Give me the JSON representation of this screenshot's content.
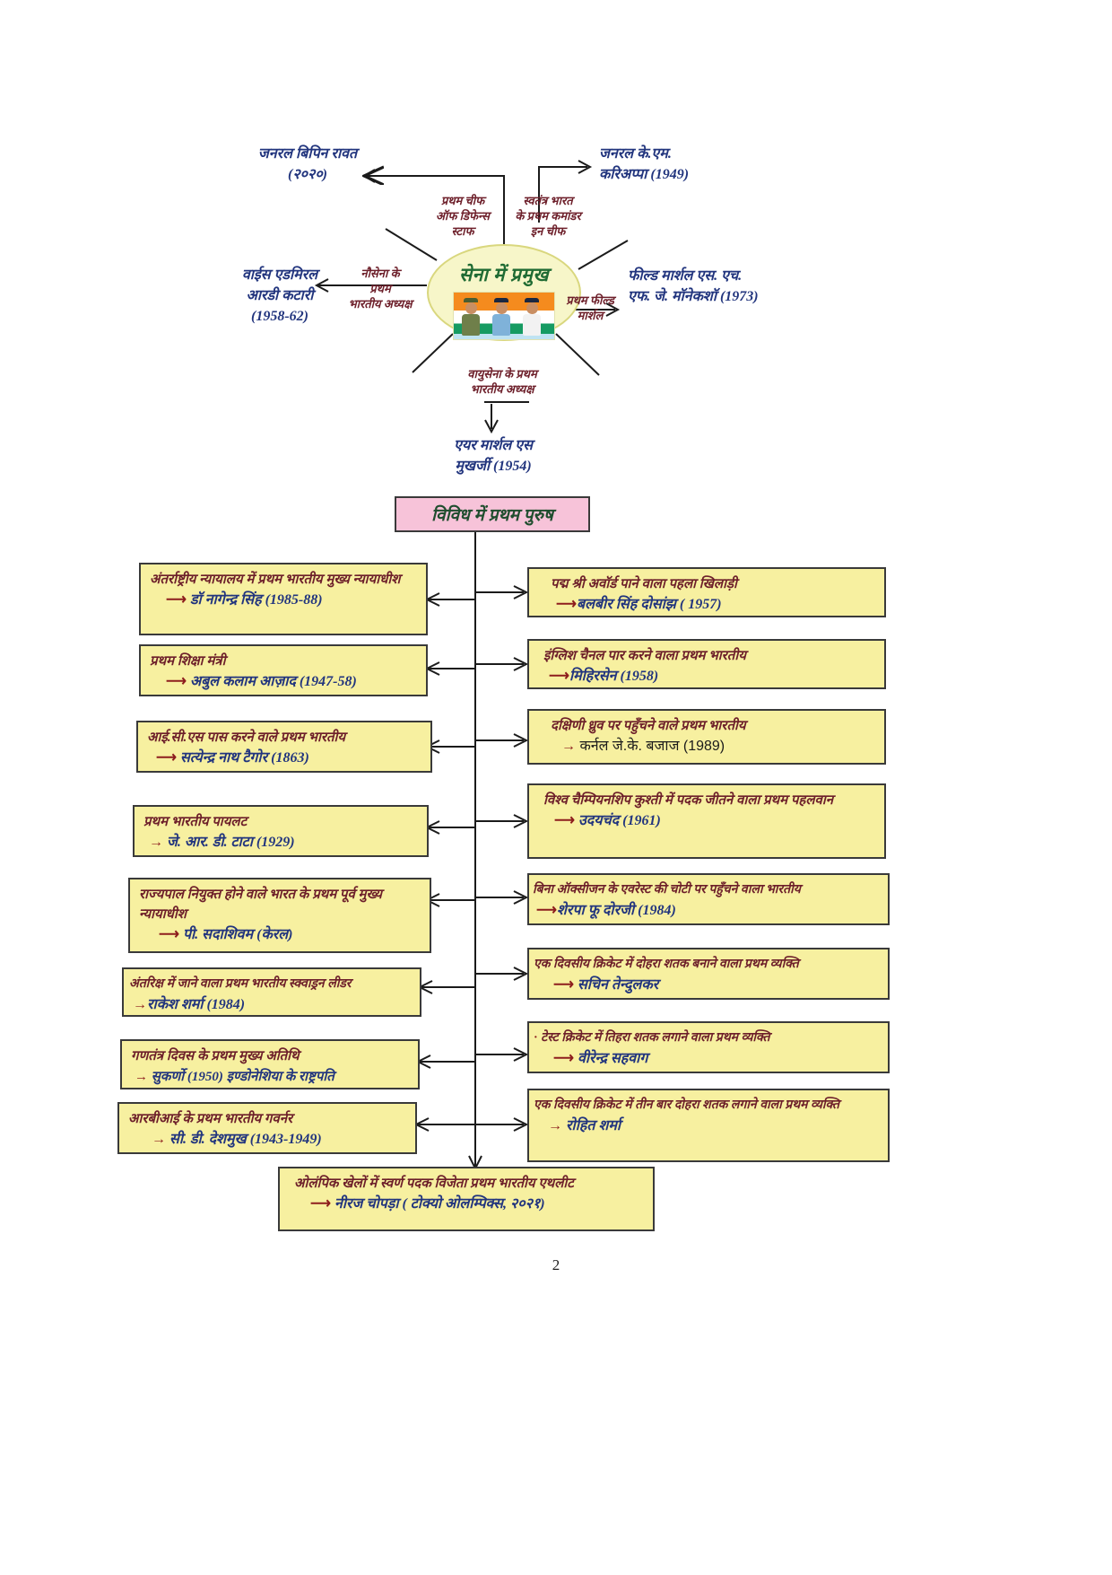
{
  "page": {
    "number": "2"
  },
  "mindmap": {
    "center_title": "सेना में प्रमुख",
    "center_image": "indian-armed-forces-tricolour-illustration",
    "labels": {
      "cds": "प्रथम चीफ\nऑफ डिफेन्स\nस्टाफ",
      "commander_in_chief": "स्वतंत्र भारत\nके प्रथम कमांडर\nइन चीफ",
      "navy_first_indian_chief": "नौसेना के\nप्रथम\nभारतीय अध्यक्ष",
      "first_field_marshal": "प्रथम फील्ड\nमार्शल",
      "airforce_first_indian_chief": "वायुसेना के प्रथम\nभारतीय अध्यक्ष"
    },
    "leaves": {
      "cds_answer": "जनरल बिपिन रावत\n(२०२०)",
      "commander_in_chief_answer": "जनरल के.एम.\nकरिअप्पा (1949)",
      "navy_answer": "वाईस एडमिरल\nआरडी कटारी\n(1958-62)",
      "field_marshal_answer": "फील्ड मार्शल एस. एच.\nएफ. जे. मॉनेकशॉ (1973)",
      "airforce_answer": "एयर मार्शल एस\nमुखर्जी (1954)"
    }
  },
  "section_heading": "विविध में प्रथम पुरुष",
  "left_boxes": [
    {
      "question": "अंतर्राष्ट्रीय न्यायालय में प्रथम भारतीय मुख्य\nन्यायाधीश",
      "answer": "डॉ नागेन्द्र सिंह (1985-88)"
    },
    {
      "question": "प्रथम शिक्षा मंत्री",
      "answer": "अबुल कलाम आज़ाद (1947-58)"
    },
    {
      "question": "आई.सी.एस पास करने वाले प्रथम भारतीय",
      "answer": "सत्येन्द्र नाथ टैगोर (1863)"
    },
    {
      "question": "प्रथम भारतीय पायलट",
      "answer": "जे. आर. डी. टाटा (1929)"
    },
    {
      "question": "राज्यपाल नियुक्त होने वाले भारत के प्रथम\nपूर्व मुख्य न्यायाधीश",
      "answer": "पी. सदाशिवम (केरल)"
    },
    {
      "question": "अंतरिक्ष में जाने वाला प्रथम भारतीय स्क्वाड्रन लीडर",
      "answer": "राकेश शर्मा (1984)"
    },
    {
      "question": "गणतंत्र दिवस के प्रथम मुख्य अतिथि",
      "answer": "सुकर्णो (1950) इण्डोनेशिया के राष्ट्रपति"
    },
    {
      "question": "आरबीआई के प्रथम भारतीय गवर्नर",
      "answer": "सी. डी. देशमुख (1943-1949)"
    }
  ],
  "right_boxes": [
    {
      "question": "पद्म श्री अवॉर्ड पाने वाला पहला खिलाड़ी",
      "answer": "बलबीर सिंह दोसांझ ( 1957)"
    },
    {
      "question": "इंग्लिश चैनल पार करने वाला प्रथम भारतीय",
      "answer": "मिहिरसेन (1958)"
    },
    {
      "question": "दक्षिणी ध्रुव पर पहुँचने वाले प्रथम भारतीय",
      "answer": "कर्नल जे.के. बजाज (1989)",
      "answer_style": "typed"
    },
    {
      "question": "विश्व चैम्पियनशिप कुश्ती में पदक जीतने वाला\nप्रथम पहलवान",
      "answer": "उदयचंद (1961)"
    },
    {
      "question": "बिना ऑक्सीजन के एवरेस्ट की चोटी पर पहुँचने वाला भारतीय",
      "answer": "शेरपा फू दोरजी (1984)"
    },
    {
      "question": "एक दिवसीय क्रिकेट में दोहरा शतक बनाने वाला प्रथम व्यक्ति",
      "answer": "सचिन तेन्दुलकर"
    },
    {
      "question": "टेस्ट क्रिकेट में तिहरा शतक लगाने वाला प्रथम व्यक्ति",
      "answer": "वीरेन्द्र सहवाग"
    },
    {
      "question": "एक दिवसीय क्रिकेट में तीन बार दोहरा शतक\nलगाने वाला प्रथम व्यक्ति",
      "answer": "रोहित शर्मा"
    }
  ],
  "bottom_box": {
    "question": "ओलंपिक खेलों में स्वर्ण पदक विजेता प्रथम भारतीय एथलीट",
    "answer": "नीरज चोपड़ा ( टोक्यो ओलम्पिक्स, २०२१)"
  },
  "colors": {
    "yellow_box": "#f7f0a0",
    "pink_box": "#f7c3d9",
    "center_circle": "#f7f6c9",
    "question_ink": "#6d1f2a",
    "answer_ink": "#22357e",
    "arrow_ink": "#8d1d1d",
    "heading_ink": "#1f4d2e"
  }
}
